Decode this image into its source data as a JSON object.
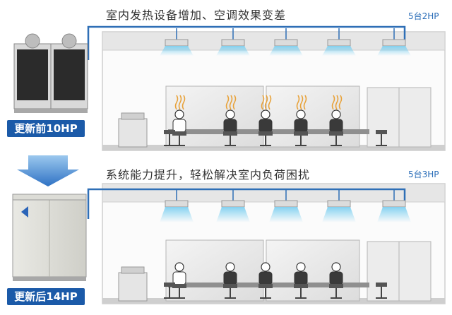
{
  "top": {
    "caption": "室内发热设备增加、空调效果变差",
    "units": "5台2HP",
    "label": "更新前10HP"
  },
  "bottom": {
    "caption": "系统能力提升，轻松解决室内负荷困扰",
    "units": "5台3HP",
    "label": "更新后14HP"
  },
  "colors": {
    "accent": "#1b5aa8",
    "pipe": "#2f6fb6",
    "airflow": "#7fd0f0",
    "heat": "#e8a23a"
  }
}
